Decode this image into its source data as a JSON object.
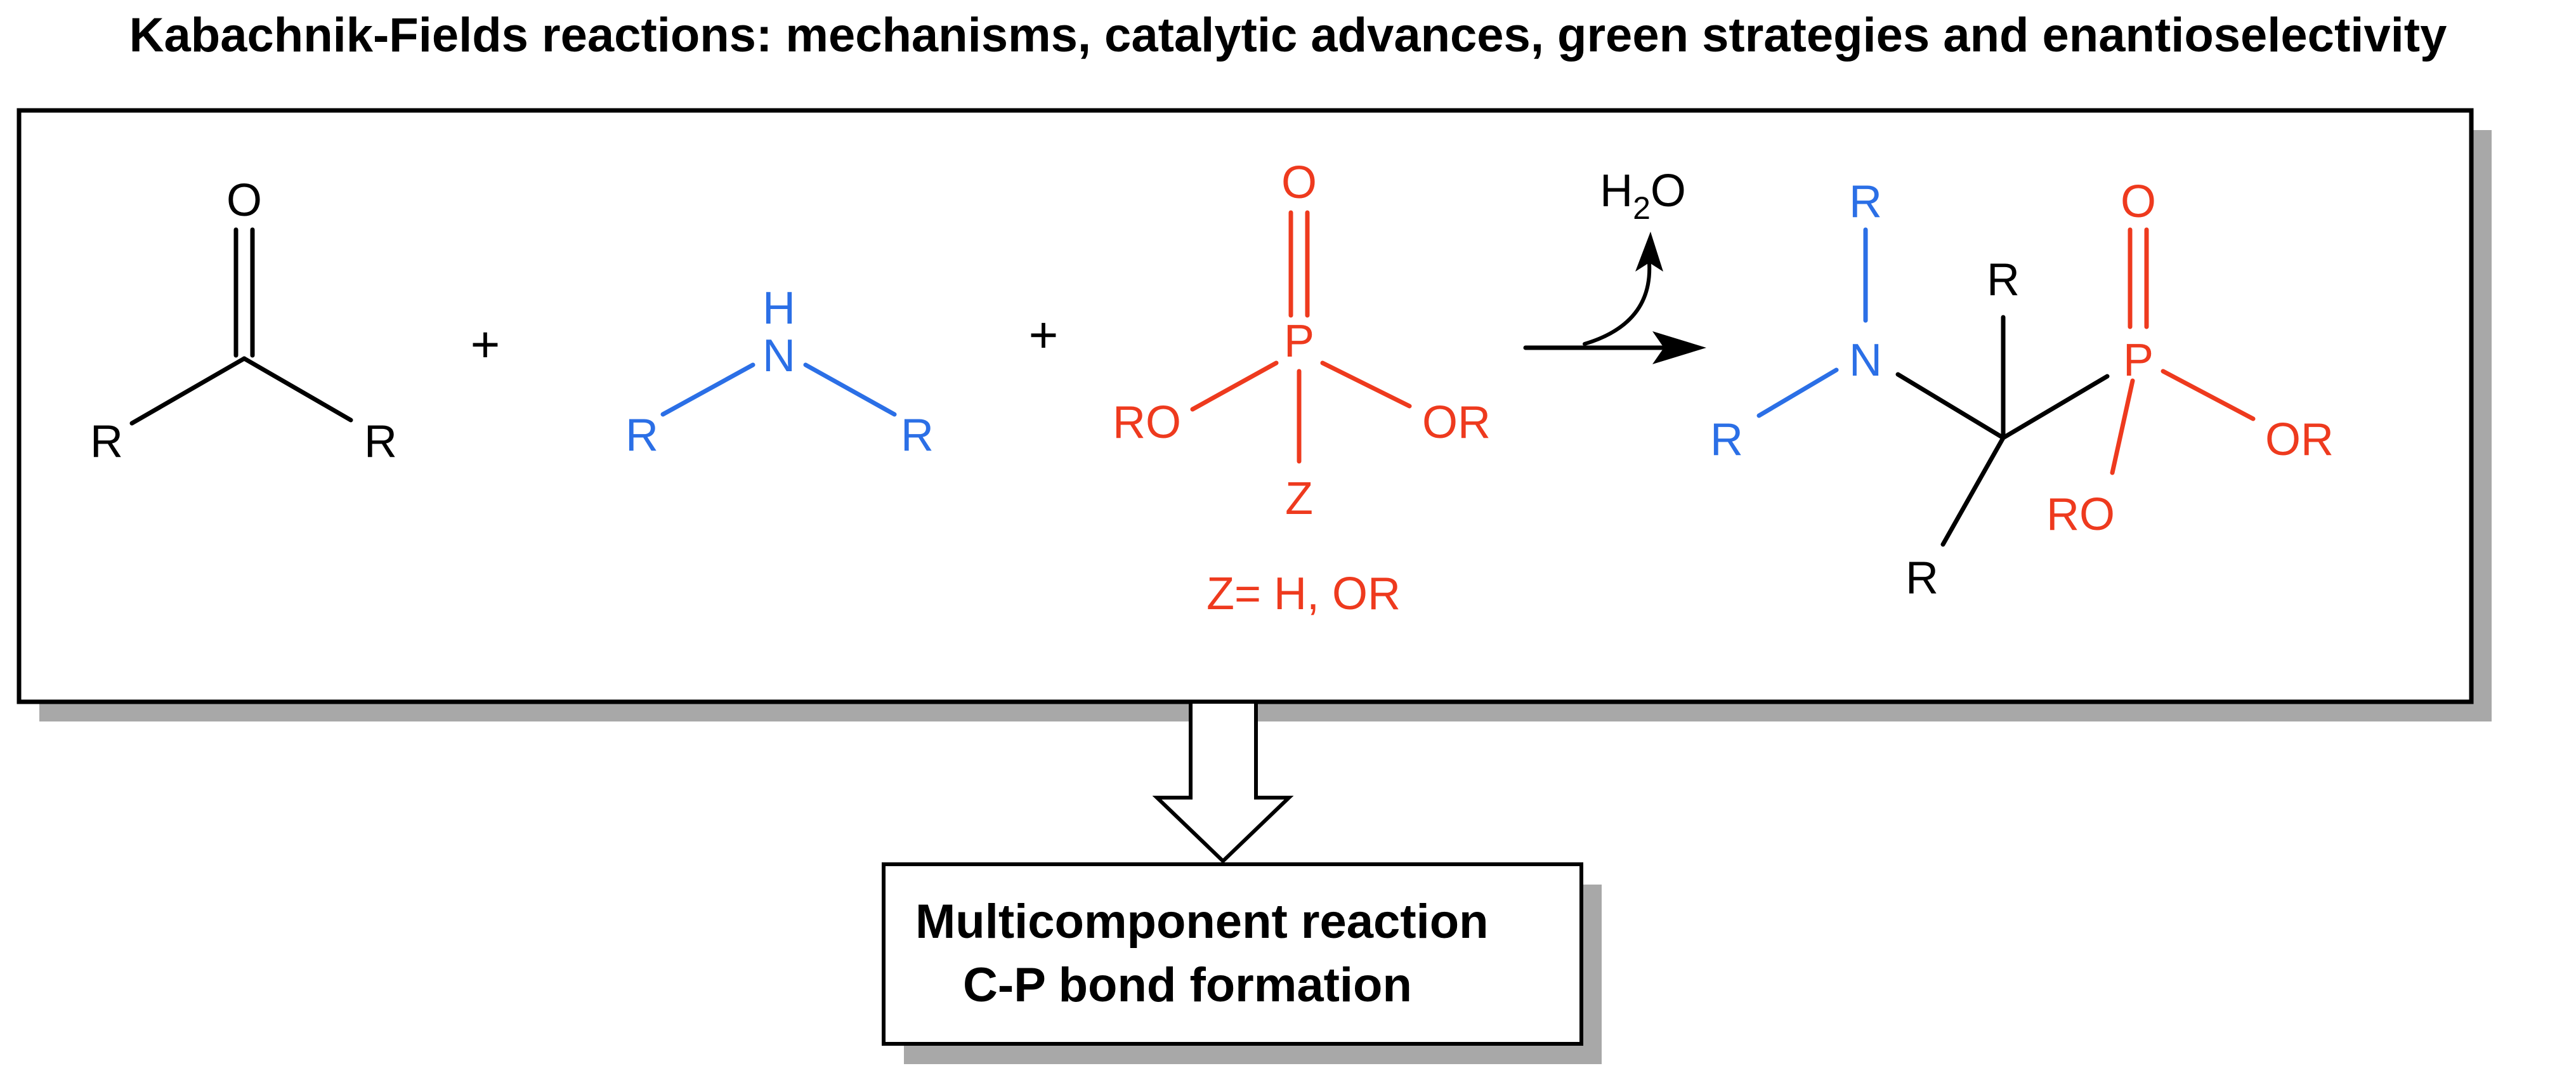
{
  "title": "Kabachnik-Fields reactions: mechanisms, catalytic advances, green strategies and enantioselectivity",
  "colors": {
    "carbonyl": "#000000",
    "amine": "#2b6fe6",
    "phosphorus": "#ee3a1e",
    "frame": "#000000",
    "shadow": "#a8a8a8"
  },
  "reaction": {
    "plus_sign": "+",
    "carbonyl": {
      "oxygen": "O",
      "left_group": "R",
      "right_group": "R"
    },
    "amine": {
      "hydrogen": "H",
      "nitrogen": "N",
      "left_group": "R",
      "right_group": "R"
    },
    "phosphite": {
      "oxygen": "O",
      "phosphorus": "P",
      "left_group": "RO",
      "right_group": "OR",
      "bottom_group": "Z",
      "z_definition": "Z= H, OR"
    },
    "byproduct": {
      "h": "H",
      "subscript": "2",
      "o": "O"
    },
    "product": {
      "n_substituent_top": "R",
      "nitrogen": "N",
      "n_substituent_left": "R",
      "carbon_substituent_top": "R",
      "carbon_substituent_bottom": "R",
      "phosphorus": "P",
      "phosphoryl_oxygen": "O",
      "right_group": "OR",
      "lower_group": "RO"
    }
  },
  "summary": {
    "line1": "Multicomponent reaction",
    "line2": "C-P bond formation"
  }
}
